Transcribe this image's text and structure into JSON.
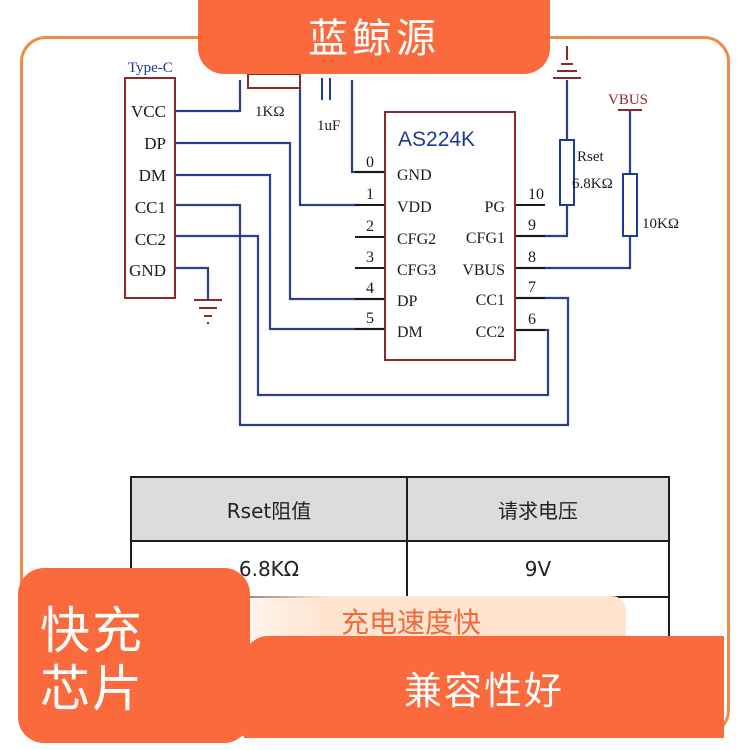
{
  "brand": "蓝鲸源",
  "corner": {
    "line1": "快充",
    "line2": "芯片"
  },
  "features": {
    "feature1": "充电速度快",
    "feature2": "兼容性好"
  },
  "schematic": {
    "connector": {
      "label": "Type-C",
      "pins": [
        "VCC",
        "DP",
        "DM",
        "CC1",
        "CC2",
        "GND"
      ]
    },
    "chip": {
      "name": "AS224K",
      "left_pins": [
        {
          "num": "0",
          "name": "GND"
        },
        {
          "num": "1",
          "name": "VDD"
        },
        {
          "num": "2",
          "name": "CFG2"
        },
        {
          "num": "3",
          "name": "CFG3"
        },
        {
          "num": "4",
          "name": "DP"
        },
        {
          "num": "5",
          "name": "DM"
        }
      ],
      "right_pins": [
        {
          "num": "10",
          "name": "PG"
        },
        {
          "num": "9",
          "name": "CFG1"
        },
        {
          "num": "8",
          "name": "VBUS"
        },
        {
          "num": "7",
          "name": "CC1"
        },
        {
          "num": "6",
          "name": "CC2"
        }
      ]
    },
    "resistor1": "1KΩ",
    "capacitor": "1uF",
    "rset": {
      "name": "Rset",
      "value": "6.8KΩ"
    },
    "vbus_label": "VBUS",
    "resistor2": "10KΩ"
  },
  "table": {
    "headers": [
      "Rset阻值",
      "请求电压"
    ],
    "rows": [
      [
        "6.8KΩ",
        "9V"
      ],
      [
        "",
        ""
      ]
    ]
  },
  "colors": {
    "accent": "#fb6a3c",
    "frame": "#f08a4b",
    "wire": "#2b3f8c",
    "component": "#8b2a2a",
    "pin_text": "#1a1a1a"
  }
}
